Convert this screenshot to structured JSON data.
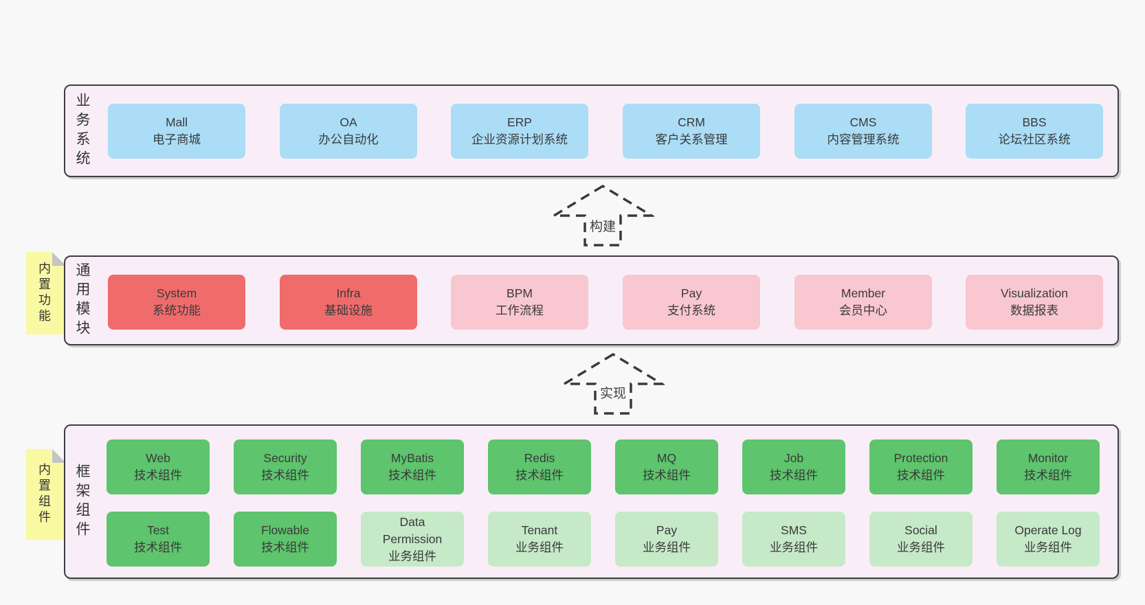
{
  "diagram": {
    "sections": {
      "business": {
        "label": "业务系统",
        "boxes": [
          {
            "en": "Mall",
            "zh": "电子商城"
          },
          {
            "en": "OA",
            "zh": "办公自动化"
          },
          {
            "en": "ERP",
            "zh": "企业资源计划系统"
          },
          {
            "en": "CRM",
            "zh": "客户关系管理"
          },
          {
            "en": "CMS",
            "zh": "内容管理系统"
          },
          {
            "en": "BBS",
            "zh": "论坛社区系统"
          }
        ]
      },
      "modules": {
        "label": "通用模块",
        "tag": "内置功能",
        "boxes": [
          {
            "en": "System",
            "zh": "系统功能"
          },
          {
            "en": "Infra",
            "zh": "基础设施"
          },
          {
            "en": "BPM",
            "zh": "工作流程"
          },
          {
            "en": "Pay",
            "zh": "支付系统"
          },
          {
            "en": "Member",
            "zh": "会员中心"
          },
          {
            "en": "Visualization",
            "zh": "数据报表"
          }
        ]
      },
      "framework": {
        "label": "框架组件",
        "tag": "内置组件",
        "row1": [
          {
            "en": "Web",
            "zh": "技术组件"
          },
          {
            "en": "Security",
            "zh": "技术组件"
          },
          {
            "en": "MyBatis",
            "zh": "技术组件"
          },
          {
            "en": "Redis",
            "zh": "技术组件"
          },
          {
            "en": "MQ",
            "zh": "技术组件"
          },
          {
            "en": "Job",
            "zh": "技术组件"
          },
          {
            "en": "Protection",
            "zh": "技术组件"
          },
          {
            "en": "Monitor",
            "zh": "技术组件"
          }
        ],
        "row2": [
          {
            "en": "Test",
            "zh": "技术组件"
          },
          {
            "en": "Flowable",
            "zh": "技术组件"
          },
          {
            "en": "Data Permission",
            "zh": "业务组件"
          },
          {
            "en": "Tenant",
            "zh": "业务组件"
          },
          {
            "en": "Pay",
            "zh": "业务组件"
          },
          {
            "en": "SMS",
            "zh": "业务组件"
          },
          {
            "en": "Social",
            "zh": "业务组件"
          },
          {
            "en": "Operate Log",
            "zh": "业务组件"
          }
        ]
      }
    },
    "arrows": [
      {
        "label": "构建"
      },
      {
        "label": "实现"
      }
    ],
    "colors": {
      "page_bg": "#f8f8f8",
      "panel_bg": "#f9eef7",
      "panel_border": "#3e3e3e",
      "blue": "#abddf7",
      "red": "#f06c6c",
      "pink": "#f9c7d0",
      "green": "#5ec46d",
      "light_green": "#c6e9c8",
      "tag_yellow": "#f9f9a3"
    }
  }
}
